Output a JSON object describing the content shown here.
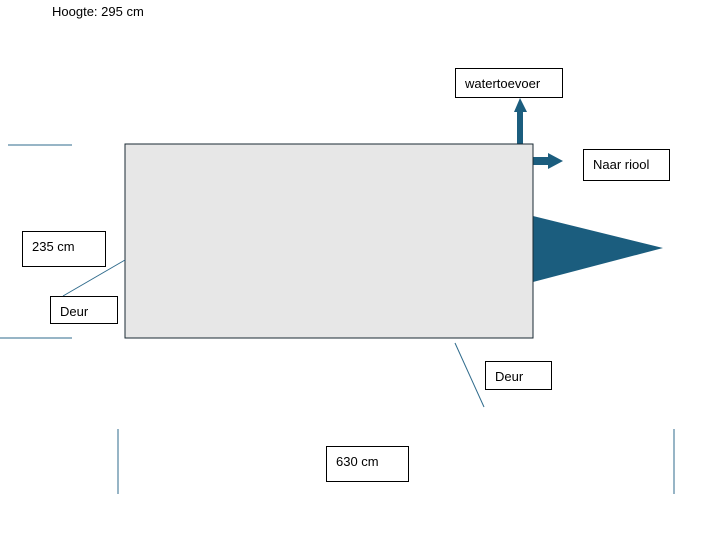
{
  "height_note": "Hoogte: 295 cm",
  "labels": {
    "water_supply": "watertoevoer",
    "to_sewer": "Naar riool",
    "width_dim": "235 cm",
    "door_left": "Deur",
    "door_bottom": "Deur",
    "length_dim": "630 cm"
  },
  "colors": {
    "room_fill": "#e7e7e7",
    "arrow": "#1b5d7e",
    "line": "#2f6b8c"
  }
}
